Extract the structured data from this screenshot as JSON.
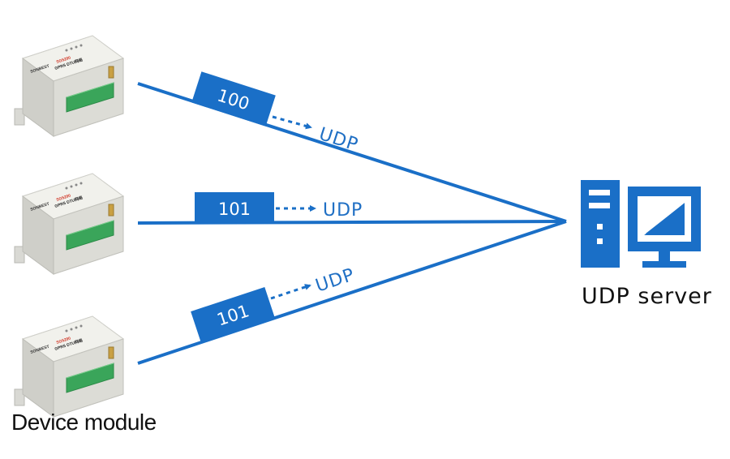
{
  "server": {
    "label": "UDP server",
    "icon": "computer-icon",
    "color": "#1f6fc4"
  },
  "device_caption": "Device module",
  "links": [
    {
      "packet": "100",
      "protocol": "UDP"
    },
    {
      "packet": "101",
      "protocol": "UDP"
    },
    {
      "packet": "101",
      "protocol": "UDP"
    }
  ],
  "device": {
    "brand": "SONBEST",
    "model": "SG5290",
    "name": "GPRS DTU网络"
  },
  "colors": {
    "line": "#1a6fc7",
    "device_body": "#e9e9e4",
    "terminal": "#3aa55a"
  }
}
